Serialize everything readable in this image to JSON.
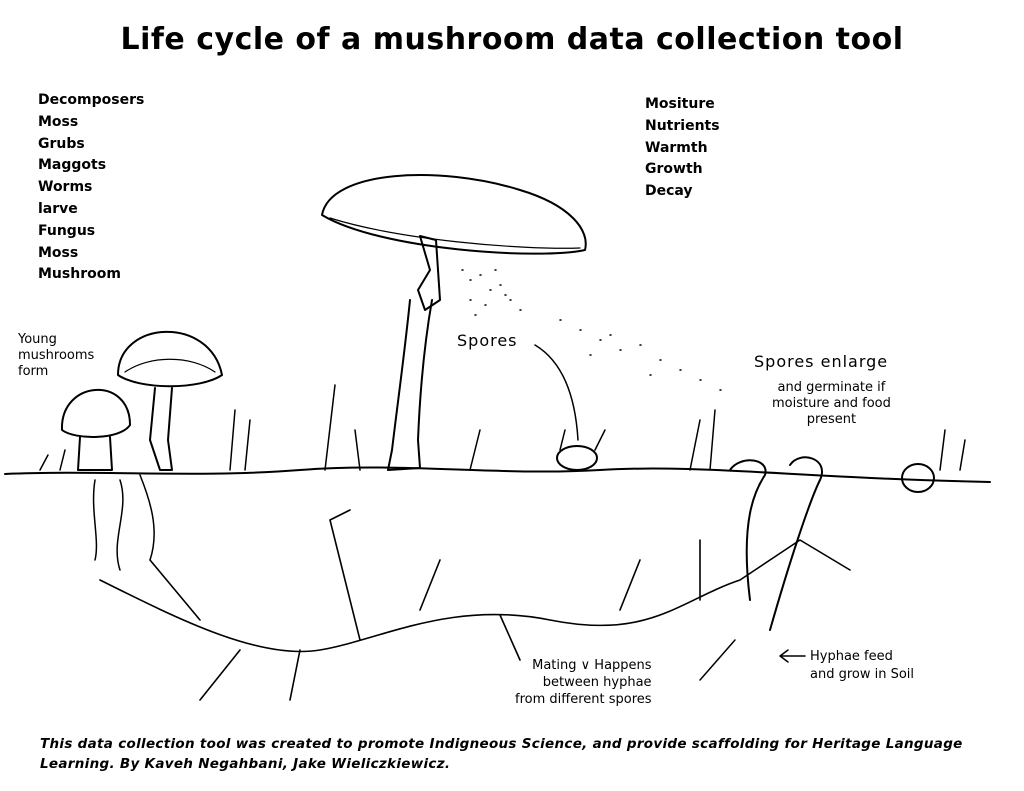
{
  "title": "Life cycle of a mushroom data collection tool",
  "left_list": [
    "Decomposers",
    "Moss",
    "Grubs",
    "Maggots",
    "Worms",
    "larve",
    "Fungus",
    "Moss",
    "Mushroom"
  ],
  "right_list": [
    "Mositure",
    "Nutrients",
    "Warmth",
    "Growth",
    "Decay"
  ],
  "labels": {
    "young": [
      "Young",
      "mushrooms",
      "form"
    ],
    "spores": "Spores",
    "enlarge": "Spores  enlarge",
    "germinate": [
      "and germinate if",
      "moisture and food",
      "present"
    ],
    "mating": [
      "Mating  ∨ Happens",
      "between hyphae",
      "from different spores"
    ],
    "hyphae": [
      "Hyphae feed",
      "and grow in Soil"
    ]
  },
  "footer": "This data collection tool was created to promote Indigneous Science, and provide scaffolding for Heritage Language Learning. By Kaveh Negahbani, Jake Wieliczkiewicz."
}
